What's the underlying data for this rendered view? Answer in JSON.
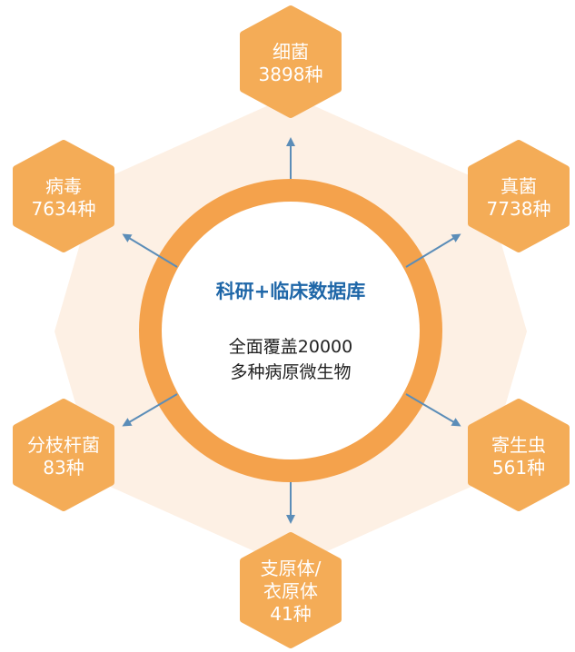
{
  "colors": {
    "hex_fill": "#f4ac57",
    "ring": "#f4a24c",
    "halo": "#fdf0e4",
    "arrow": "#5b8db8",
    "title_blue": "#1f67a8",
    "body_text": "#222222"
  },
  "center": {
    "title": "科研+临床数据库",
    "line1": "全面覆盖20000",
    "line2": "多种病原微生物"
  },
  "nodes": {
    "bacteria": {
      "line1": "细菌",
      "line2": "3898种"
    },
    "fungi": {
      "line1": "真菌",
      "line2": "7738种"
    },
    "parasite": {
      "line1": "寄生虫",
      "line2": "561种"
    },
    "mycoplasma": {
      "line1": "支原体/",
      "line2": "衣原体",
      "line3": "41种"
    },
    "mycobacteria": {
      "line1": "分枝杆菌",
      "line2": "83种"
    },
    "virus": {
      "line1": "病毒",
      "line2": "7634种"
    }
  }
}
